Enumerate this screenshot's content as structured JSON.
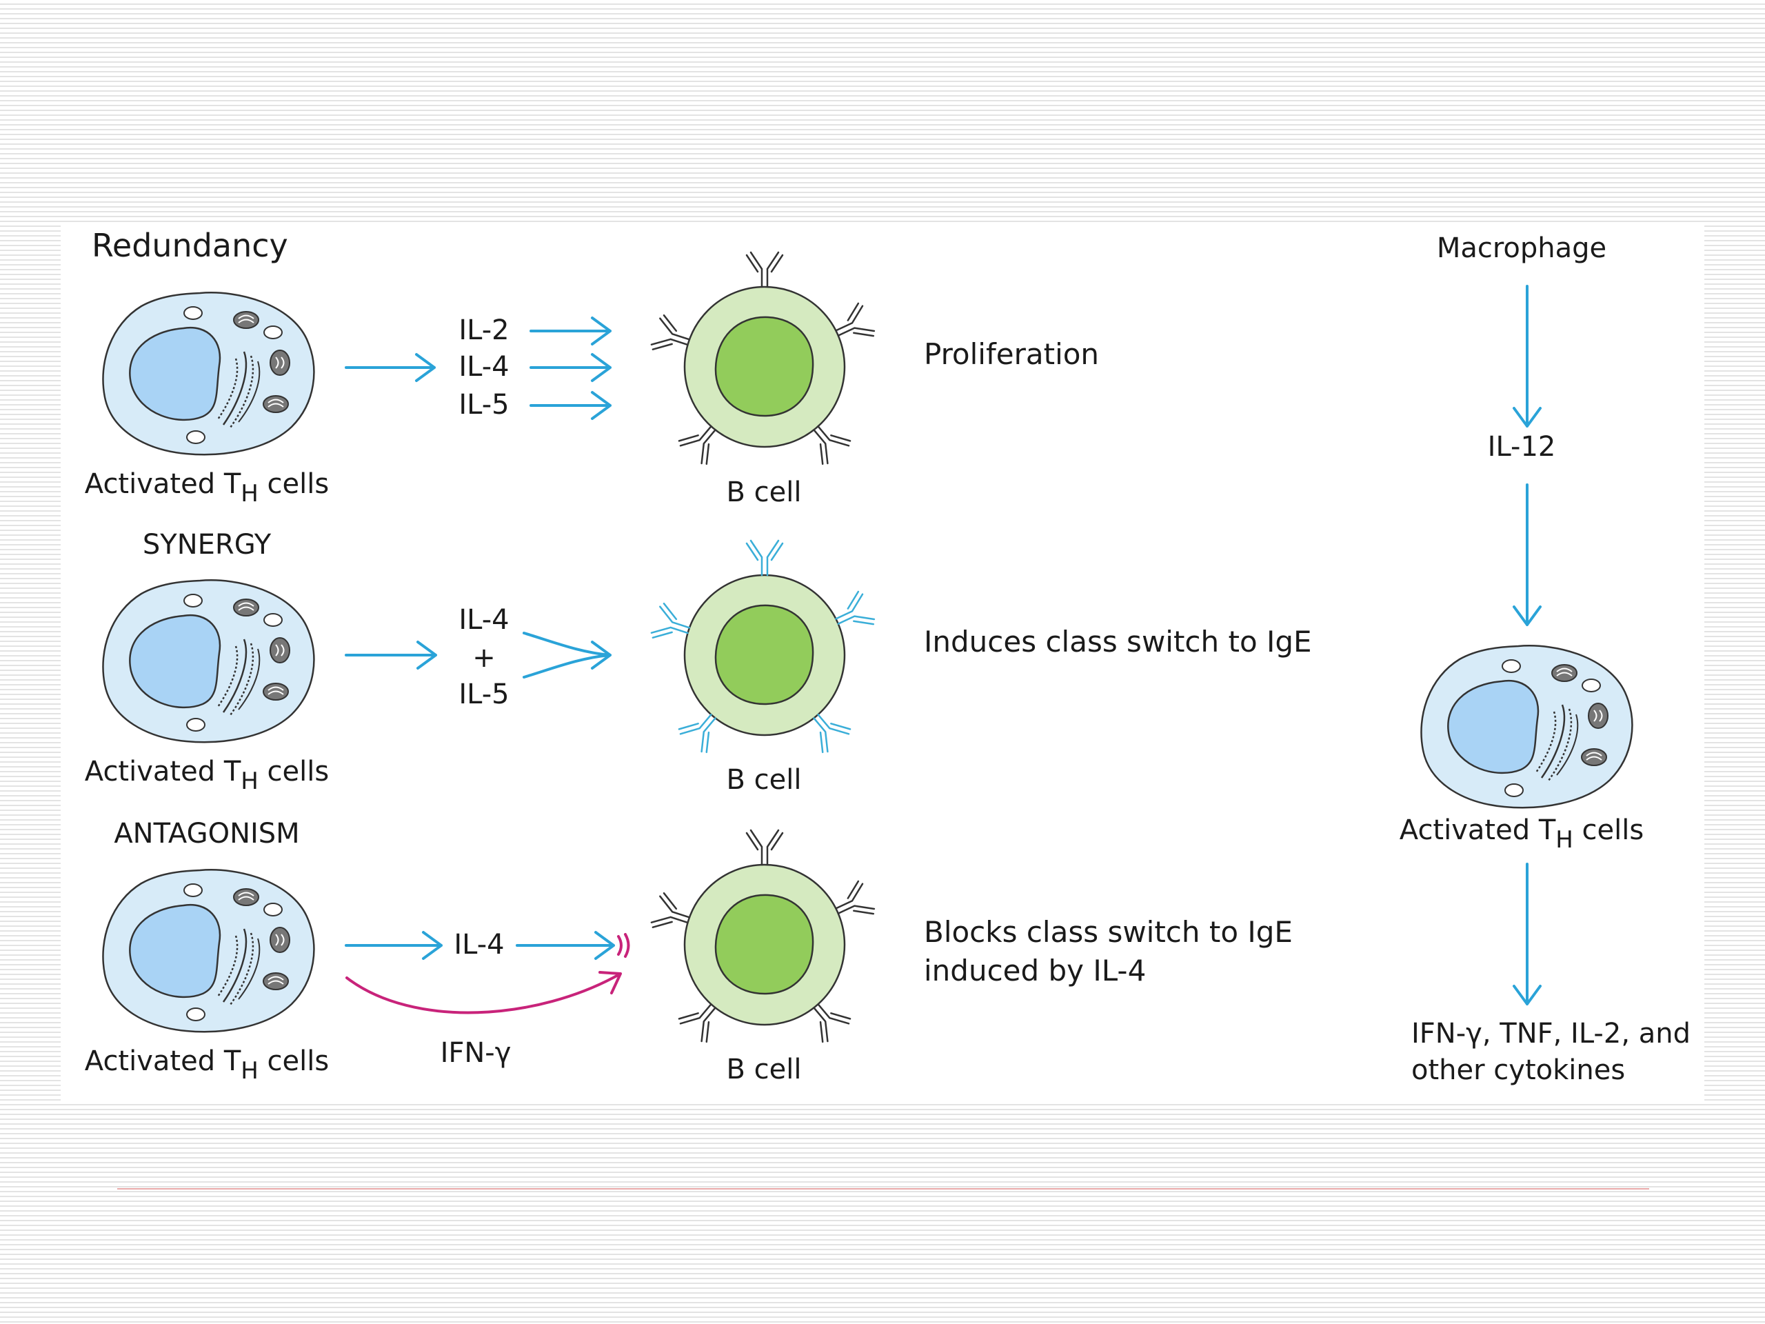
{
  "colors": {
    "arrow": "#2aa3d8",
    "antagonist_arrow": "#c8237a",
    "th_cell_fill": "#d7ebf8",
    "th_nucleus_fill": "#a9d3f5",
    "b_cell_outer": "#d5eac0",
    "b_cell_nucleus": "#92cc5b",
    "outline": "#333333",
    "divider": "#e8a9a9"
  },
  "icons": [
    "th-cell-icon",
    "b-cell-icon",
    "antibody-receptor-icon",
    "arrow-icon",
    "blocked-signal-icon"
  ],
  "rows": [
    {
      "title": "Redundancy",
      "th_label": "Activated T",
      "th_subscript": "H",
      "th_label_end": " cells",
      "cytokines": [
        "IL-2",
        "IL-4",
        "IL-5"
      ],
      "b_label": "B cell",
      "effect": [
        "Proliferation"
      ]
    },
    {
      "title": "SYNERGY",
      "th_label": "Activated T",
      "th_subscript": "H",
      "th_label_end": " cells",
      "cytokines": [
        "IL-4",
        "+",
        "IL-5"
      ],
      "b_label": "B cell",
      "effect": [
        "Induces class switch to IgE"
      ]
    },
    {
      "title": "ANTAGONISM",
      "th_label": "Activated T",
      "th_subscript": "H",
      "th_label_end": " cells",
      "cytokines": [
        "IL-4",
        "IFN-γ"
      ],
      "b_label": "B cell",
      "effect": [
        "Blocks class switch to IgE",
        "induced by IL-4"
      ]
    }
  ],
  "cascade": {
    "source": "Macrophage",
    "cytokine": "IL-12",
    "cell_label": "Activated T",
    "cell_subscript": "H",
    "cell_label_end": " cells",
    "outputs": [
      "IFN-γ, TNF, IL-2, and",
      "other cytokines"
    ]
  }
}
